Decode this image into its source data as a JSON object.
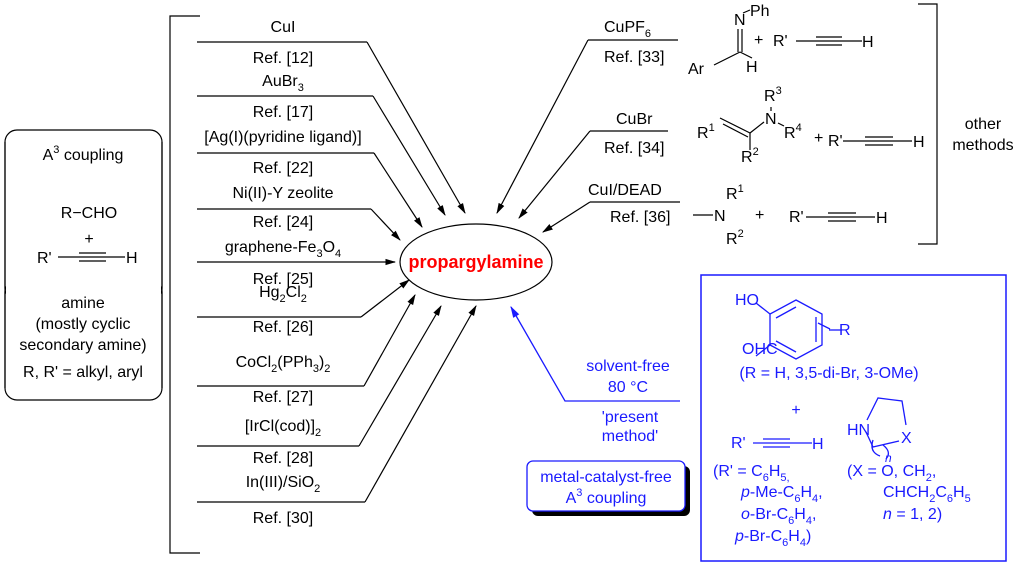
{
  "colors": {
    "text": "#000000",
    "accent_blue": "#1a1aff",
    "product_red": "#ff0000"
  },
  "a3_box": {
    "title": "A",
    "title_sup": "3",
    "title_rest": " coupling",
    "aldehyde": "R−CHO",
    "plus1": "+",
    "alkyne_left": "R'",
    "alkyne_right": "H",
    "plus2": "+",
    "amine": "amine",
    "amine_note1": "(mostly cyclic",
    "amine_note2": "secondary amine)",
    "substituents": "R, R' = alkyl, aryl"
  },
  "product": {
    "label": "propargylamine"
  },
  "catalysts": [
    {
      "name": "CuI",
      "ref": "Ref. [12]"
    },
    {
      "name": "AuBr",
      "sub": "3",
      "ref": "Ref. [17]"
    },
    {
      "name": "[Ag(I)(pyridine ligand)]",
      "ref": "Ref. [22]"
    },
    {
      "name": "Ni(II)-Y zeolite",
      "ref": "Ref. [24]"
    },
    {
      "name": "graphene-Fe",
      "sub": "3",
      "name2": "O",
      "sub2": "4",
      "ref": "Ref. [25]"
    },
    {
      "name": "Hg",
      "sub": "2",
      "name2": "Cl",
      "sub2": "2",
      "ref": "Ref. [26]"
    },
    {
      "name": "CoCl",
      "sub": "2",
      "name2": "(PPh",
      "sub2": "3",
      "name3": ")",
      "sub3": "2",
      "ref": "Ref. [27]"
    },
    {
      "name": "[IrCl(cod)]",
      "sub": "2",
      "ref": "Ref. [28]"
    },
    {
      "name": "In(III)/SiO",
      "sub": "2",
      "ref": "Ref. [30]"
    }
  ],
  "other_methods": {
    "label1": "other",
    "label2": "methods",
    "items": [
      {
        "catalyst": "CuPF",
        "sub": "6",
        "ref": "Ref. [33]",
        "substrate": {
          "n": "N",
          "ph": "Ph",
          "ar": "Ar",
          "h": "H"
        },
        "plus": "+",
        "alkyne_left": "R'",
        "alkyne_right": "H"
      },
      {
        "catalyst": "CuBr",
        "ref": "Ref. [34]",
        "substrate": {
          "r1": "R",
          "r1s": "1",
          "r2": "R",
          "r2s": "2",
          "r3": "R",
          "r3s": "3",
          "r4": "R",
          "r4s": "4",
          "n": "N"
        },
        "plus": "+",
        "alkyne_left": "R'",
        "alkyne_right": "H"
      },
      {
        "catalyst": "CuI/DEAD",
        "ref": "Ref. [36]",
        "substrate": {
          "n": "N",
          "r1": "R",
          "r1s": "1",
          "r2": "R",
          "r2s": "2"
        },
        "plus": "+",
        "alkyne_left": "R'",
        "alkyne_right": "H"
      }
    ]
  },
  "present_method": {
    "condition1": "solvent-free",
    "condition2": "80 °C",
    "label1": "'present",
    "label2": "method'",
    "badge1": "metal-catalyst-free",
    "badge2_a": "A",
    "badge2_sup": "3",
    "badge2_rest": " coupling",
    "aldehyde": {
      "ho": "HO",
      "ohc": "OHC",
      "r": "R",
      "scope": "(R = H, 3,5-di-Br, 3-OMe)"
    },
    "plus": "+",
    "alkyne": {
      "left": "R'",
      "right": "H",
      "scope": [
        "(R' = C6H5,",
        "p-Me-C6H4,",
        "o-Br-C6H4,",
        "p-Br-C6H4)"
      ]
    },
    "amine": {
      "hn": "HN",
      "x": "X",
      "n": "n",
      "scope": [
        "(X = O, CH2,",
        "CHCH2C6H5",
        "n = 1, 2)"
      ]
    }
  }
}
